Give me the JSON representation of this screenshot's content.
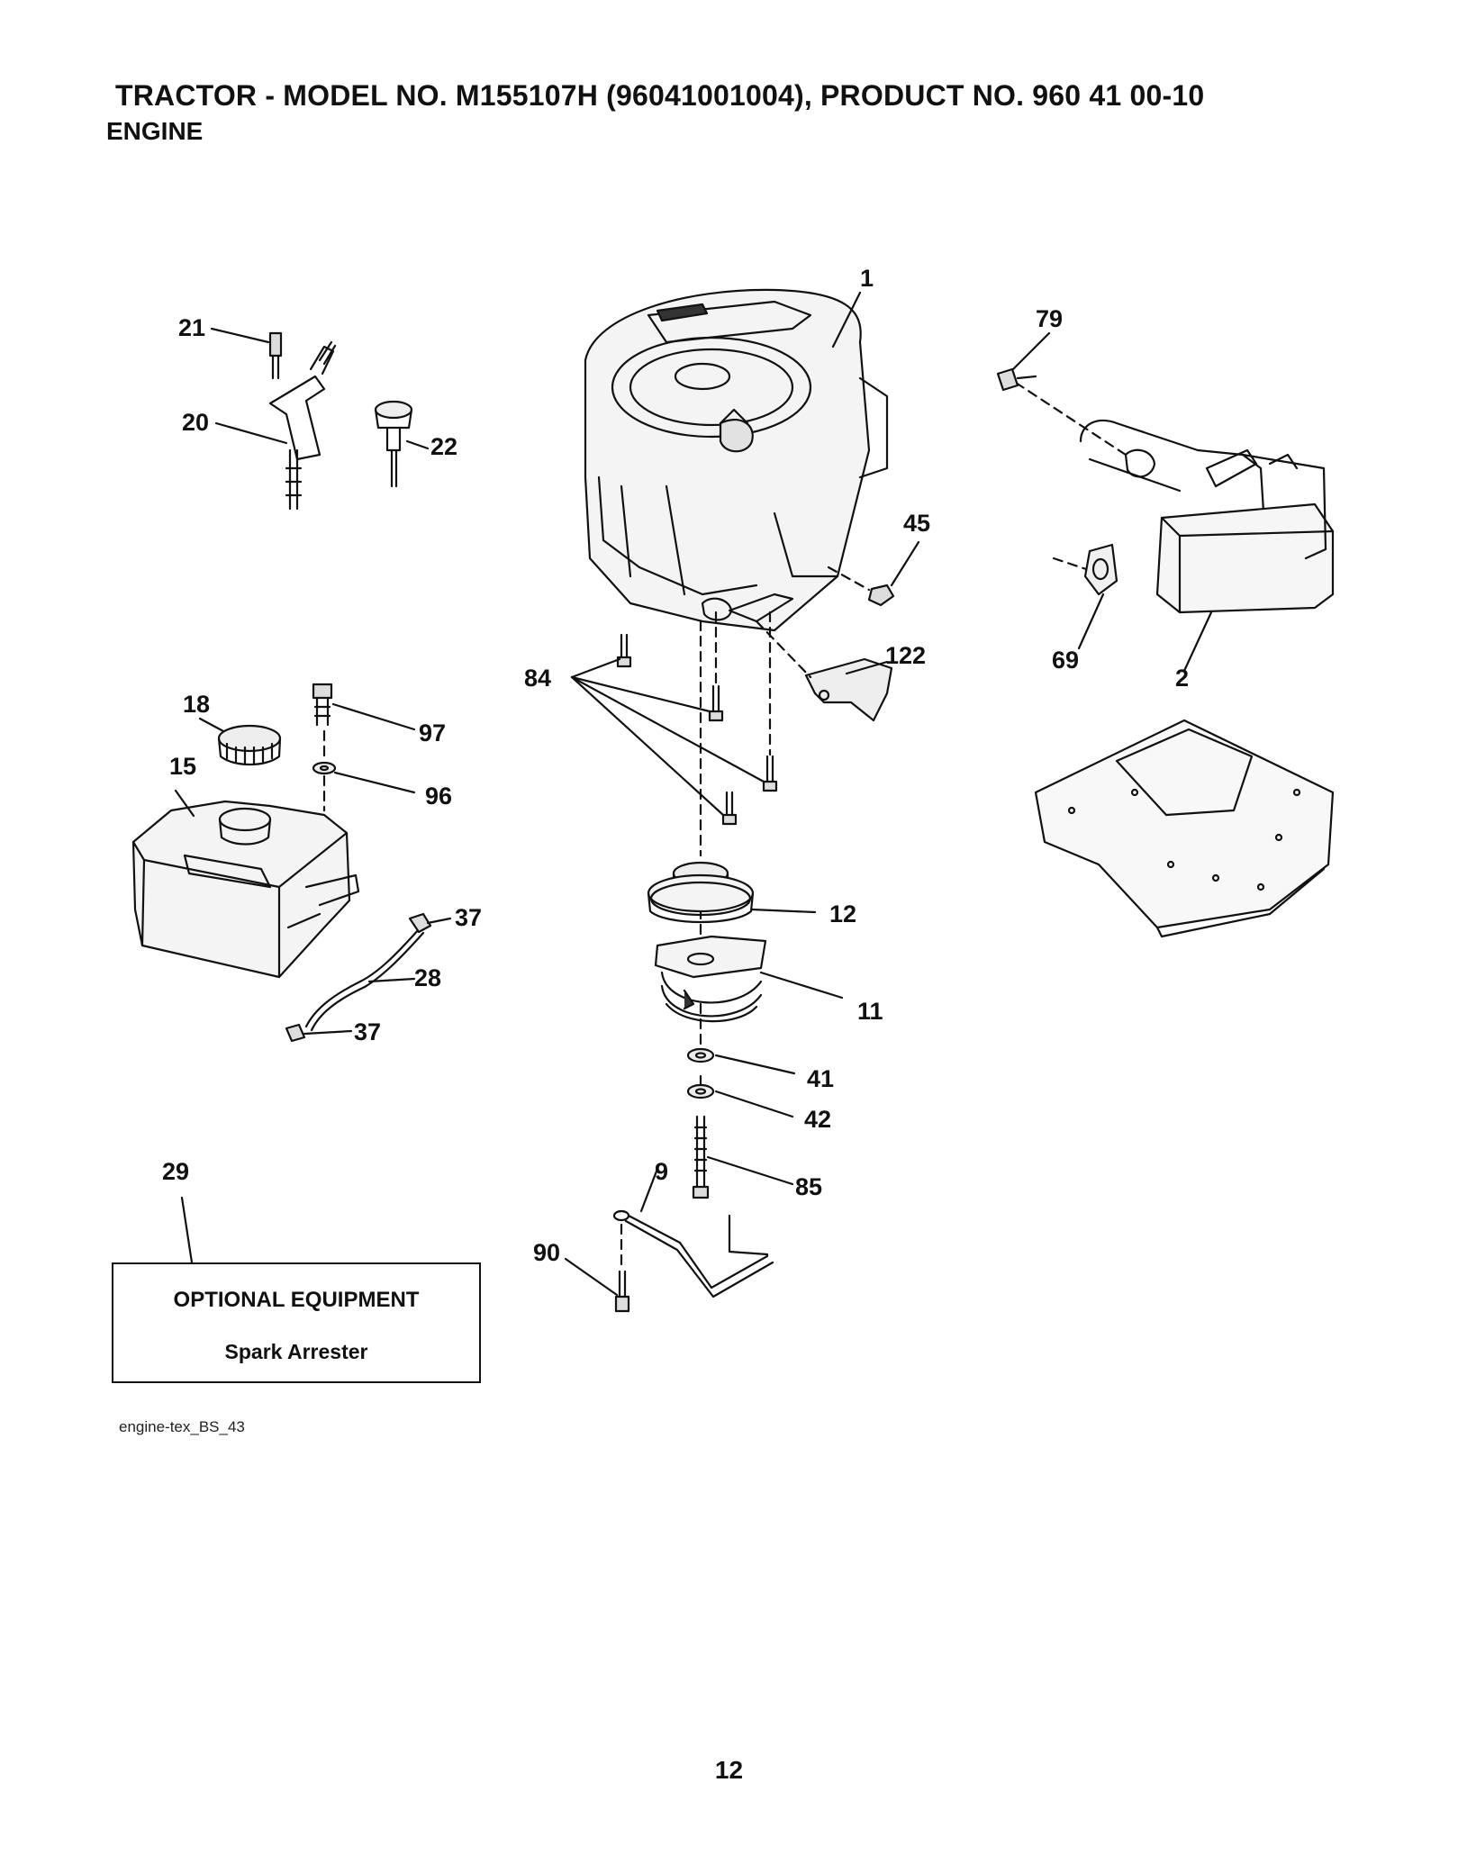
{
  "header": {
    "title": "TRACTOR - MODEL NO. M155107H (96041001004), PRODUCT NO. 960 41 00-10",
    "section": "ENGINE"
  },
  "callouts": {
    "c1": "1",
    "c2": "2",
    "c9": "9",
    "c11": "11",
    "c12": "12",
    "c15": "15",
    "c18": "18",
    "c20": "20",
    "c21": "21",
    "c22": "22",
    "c28": "28",
    "c29": "29",
    "c37a": "37",
    "c37b": "37",
    "c41": "41",
    "c42": "42",
    "c45": "45",
    "c69": "69",
    "c79": "79",
    "c84": "84",
    "c85": "85",
    "c90": "90",
    "c96": "96",
    "c97": "97",
    "c122": "122"
  },
  "optional_box": {
    "title": "OPTIONAL EQUIPMENT",
    "item": "Spark Arrester"
  },
  "footer": {
    "code": "engine-tex_BS_43",
    "page_number": "12"
  }
}
